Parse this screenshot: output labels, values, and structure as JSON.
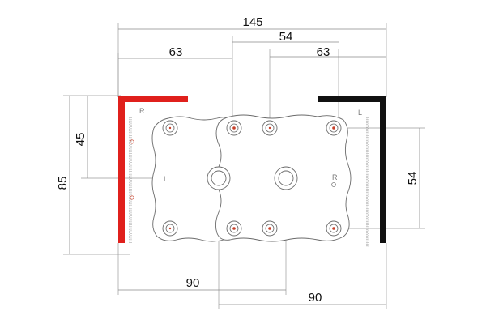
{
  "colors": {
    "left_bracket": "#e0201c",
    "right_bracket": "#111111",
    "hole_marker": "#c8402a"
  },
  "dimensions": {
    "overall_width": "145",
    "left_hole_spacing": "63",
    "center_spacing": "54",
    "right_hole_spacing": "63",
    "left_height": "45",
    "total_height": "85",
    "right_height": "54",
    "bottom_left": "90",
    "bottom_right": "90"
  },
  "labels": {
    "left_corner": "R",
    "right_corner": "L",
    "left_plate": "L",
    "right_plate": "R"
  },
  "icons": {
    "left_bracket": "red-corner-bracket",
    "right_bracket": "black-corner-bracket"
  }
}
